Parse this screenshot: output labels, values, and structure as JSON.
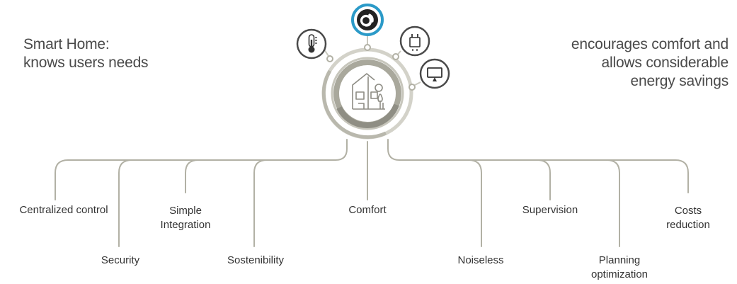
{
  "left_headline": {
    "line1": "Smart Home:",
    "line2": "knows users needs"
  },
  "right_headline": {
    "line1": "encourages comfort and",
    "line2": "allows considerable",
    "line3": "energy savings"
  },
  "features": {
    "centralized_control": {
      "line1": "Centralized control"
    },
    "security": {
      "line1": "Security"
    },
    "simple_integration": {
      "line1": "Simple",
      "line2": "Integration"
    },
    "sostenibility": {
      "line1": "Sostenibility"
    },
    "comfort": {
      "line1": "Comfort"
    },
    "noiseless": {
      "line1": "Noiseless"
    },
    "supervision": {
      "line1": "Supervision"
    },
    "planning_optimization": {
      "line1": "Planning",
      "line2": "optimization"
    },
    "costs_reduction": {
      "line1": "Costs",
      "line2": "reduction"
    }
  },
  "icons": [
    "thermometer-icon",
    "brand-logo-icon",
    "socket-icon",
    "monitor-icon",
    "house-icon"
  ],
  "colors": {
    "line": "#b2b1a5",
    "ring_dark": "#a9a89c",
    "ring_light": "#d3d2c9",
    "icon_ring": "#4a4a4a",
    "accent": "#2b9ac8",
    "text": "#333333"
  }
}
